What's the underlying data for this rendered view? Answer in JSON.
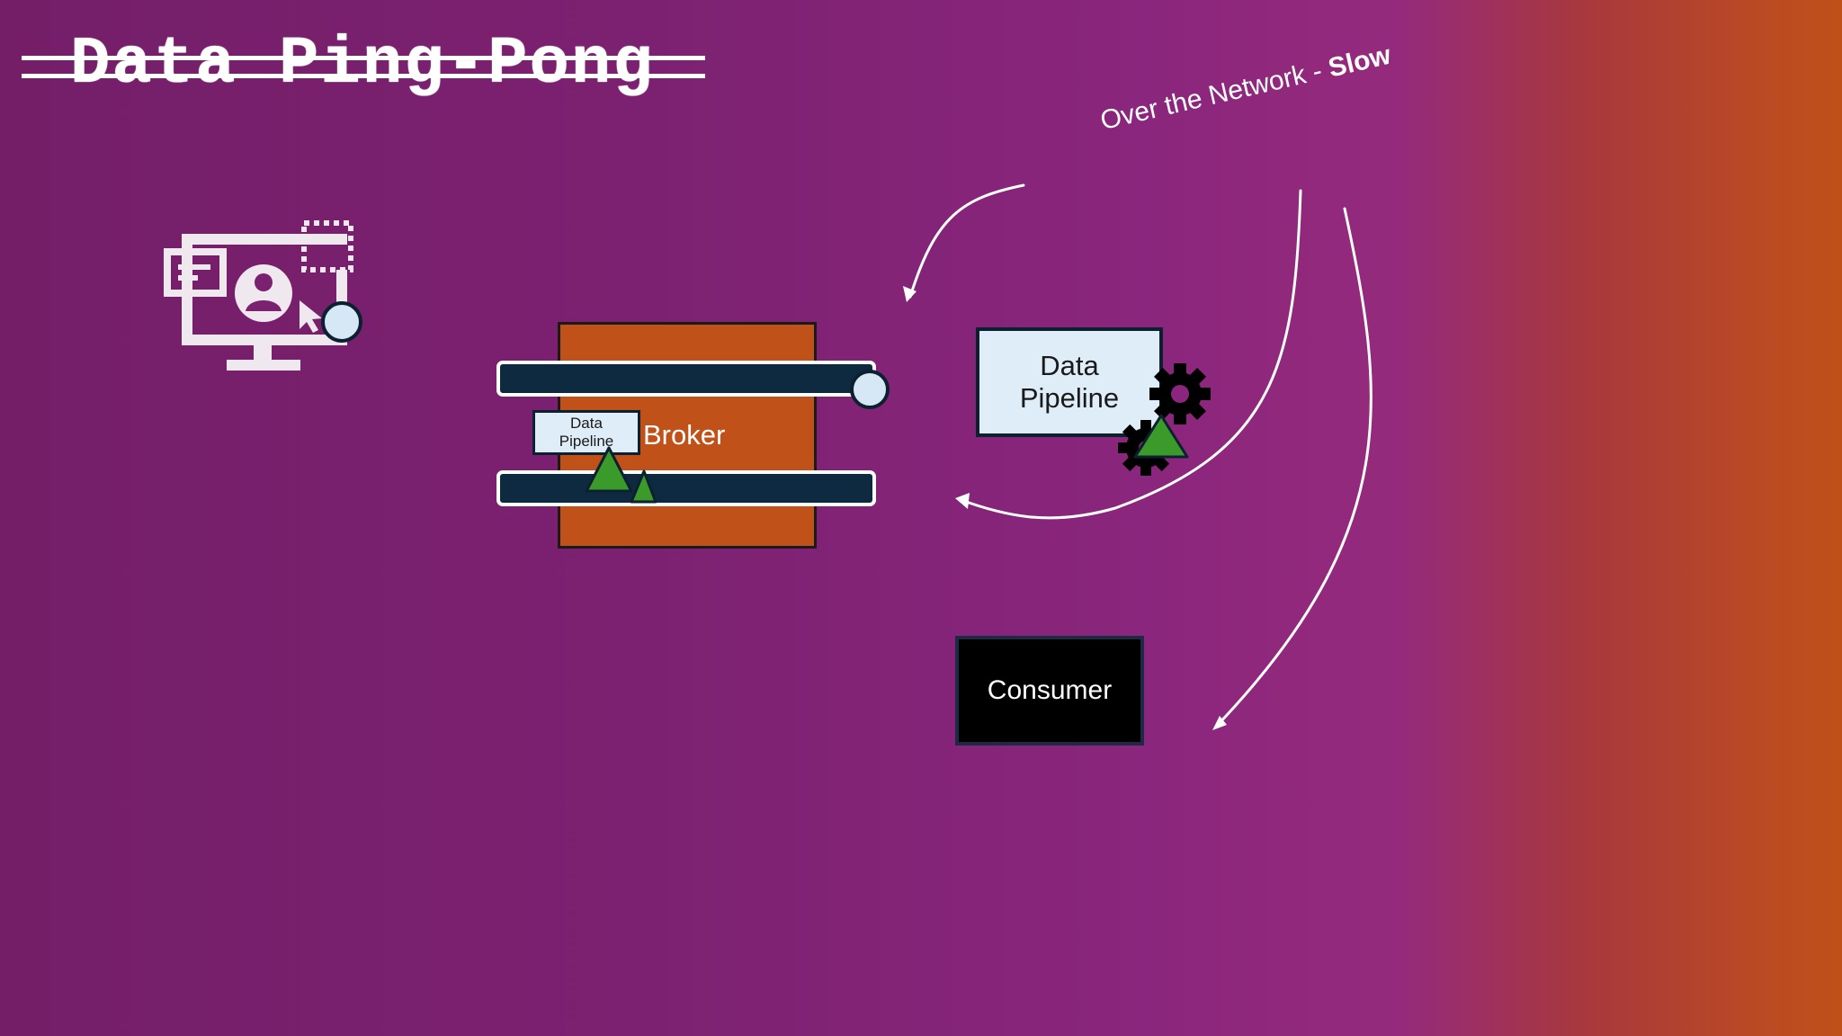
{
  "slide": {
    "title": "Data Ping-Pong",
    "network_label": "Over the Network - ",
    "network_emphasis": "Slow",
    "broker_label": "Broker",
    "pipeline_small_line1": "Data",
    "pipeline_small_line2": "Pipeline",
    "pipeline_large_line1": "Data",
    "pipeline_large_line2": "Pipeline",
    "consumer_label": "Consumer"
  },
  "icons": {
    "client": "computer-user-icon",
    "gear": "gear-icon",
    "triangle": "triangle-icon",
    "node": "circle-icon"
  },
  "colors": {
    "broker": "#c05119",
    "bar": "#0d2a40",
    "pipeline": "#deedf8",
    "consumer": "#000000",
    "triangle": "#3a9a2a",
    "node": "#d6e8f5"
  }
}
